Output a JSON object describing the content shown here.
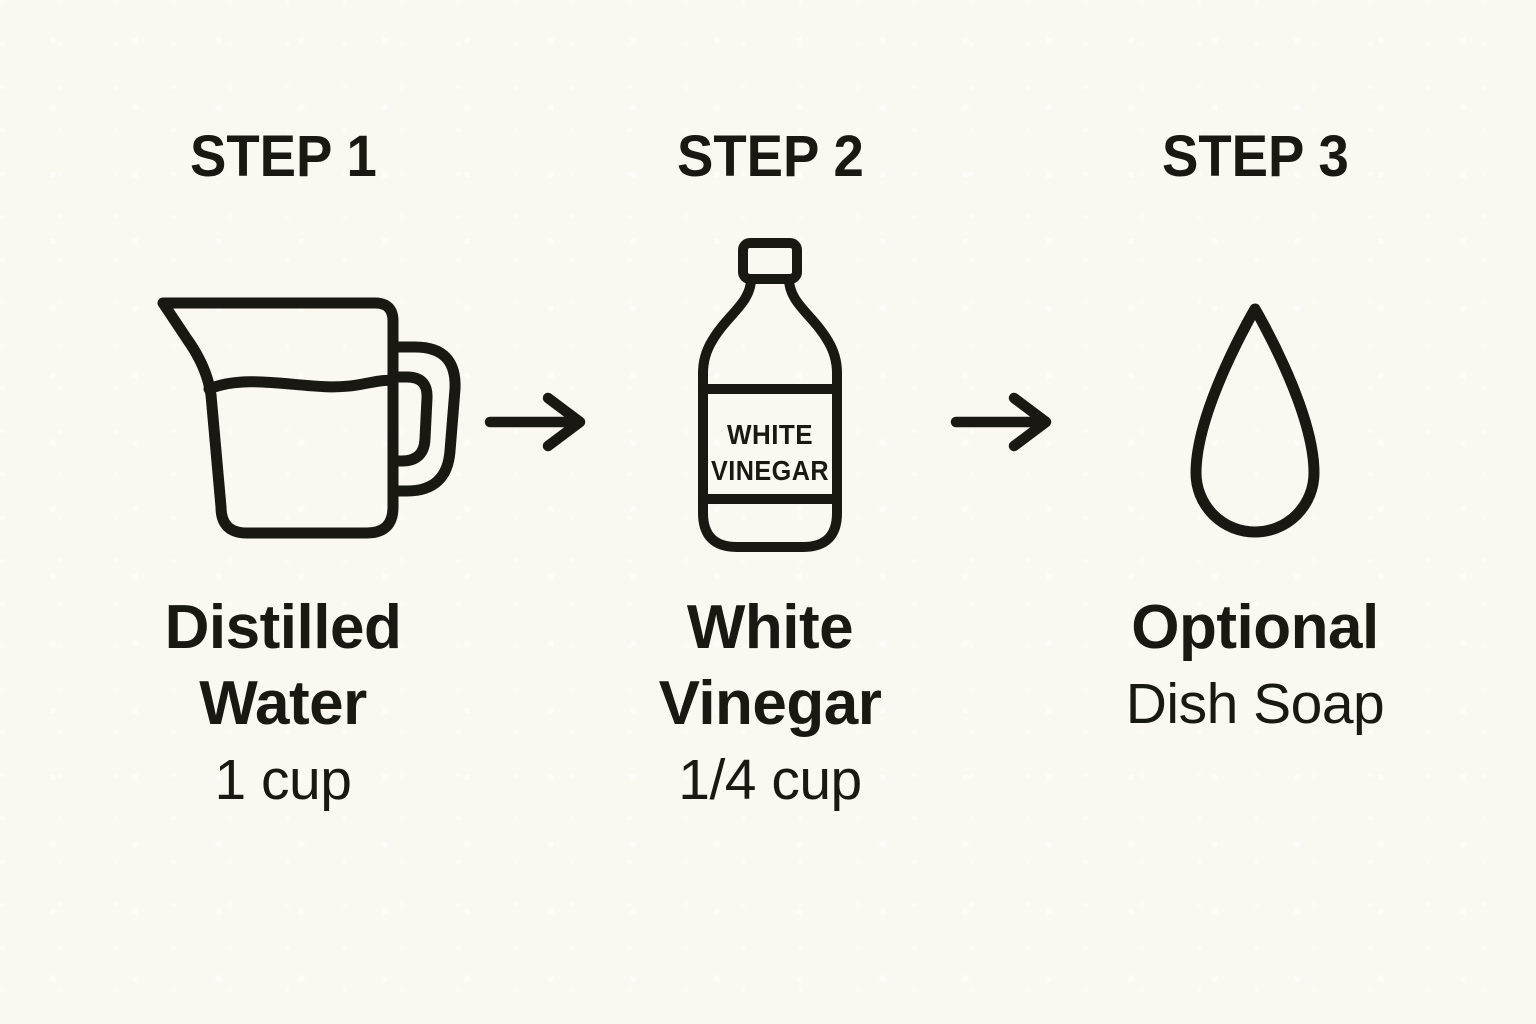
{
  "canvas": {
    "background_color": "#FAF8F0",
    "ink_color": "#1A1813"
  },
  "steps": [
    {
      "header": "STEP 1",
      "icon": "measuring-cup-icon",
      "lines": [
        {
          "text": "Distilled",
          "style": "title"
        },
        {
          "text": "Water",
          "style": "title"
        },
        {
          "text": "1 cup",
          "style": "amount"
        }
      ]
    },
    {
      "header": "STEP 2",
      "icon": "vinegar-bottle-icon",
      "bottle_label": [
        "WHITE",
        "VINEGAR"
      ],
      "lines": [
        {
          "text": "White",
          "style": "title"
        },
        {
          "text": "Vinegar",
          "style": "title"
        },
        {
          "text": "1/4 cup",
          "style": "amount"
        }
      ]
    },
    {
      "header": "STEP 3",
      "icon": "water-drop-icon",
      "lines": [
        {
          "text": "Optional",
          "style": "title"
        },
        {
          "text": "Dish Soap",
          "style": "amount"
        }
      ]
    }
  ],
  "arrows": [
    {
      "icon": "right-arrow-icon"
    },
    {
      "icon": "right-arrow-icon"
    }
  ]
}
